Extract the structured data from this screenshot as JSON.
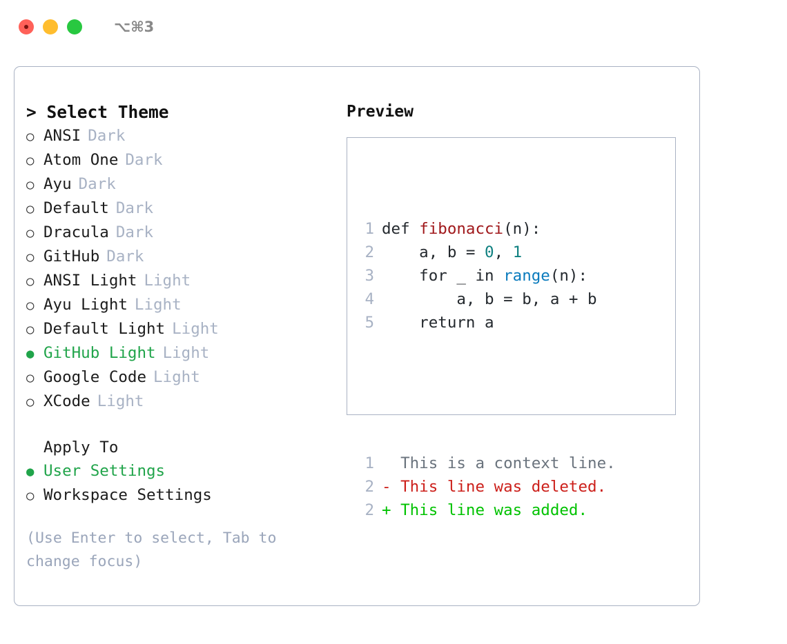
{
  "titlebar": {
    "shortcut": "⌥⌘3",
    "buttons": [
      {
        "name": "close",
        "color": "#ff6159"
      },
      {
        "name": "minimize",
        "color": "#ffbd2e"
      },
      {
        "name": "maximize",
        "color": "#28c840"
      }
    ]
  },
  "theme_picker": {
    "heading": "> Select Theme",
    "bullet_off": "○",
    "bullet_on": "●",
    "items": [
      {
        "name": "ANSI",
        "variant": "Dark",
        "selected": false
      },
      {
        "name": "Atom One",
        "variant": "Dark",
        "selected": false
      },
      {
        "name": "Ayu",
        "variant": "Dark",
        "selected": false
      },
      {
        "name": "Default",
        "variant": "Dark",
        "selected": false
      },
      {
        "name": "Dracula",
        "variant": "Dark",
        "selected": false
      },
      {
        "name": "GitHub",
        "variant": "Dark",
        "selected": false
      },
      {
        "name": "ANSI Light",
        "variant": "Light",
        "selected": false
      },
      {
        "name": "Ayu Light",
        "variant": "Light",
        "selected": false
      },
      {
        "name": "Default Light",
        "variant": "Light",
        "selected": false
      },
      {
        "name": "GitHub Light",
        "variant": "Light",
        "selected": true
      },
      {
        "name": "Google Code",
        "variant": "Light",
        "selected": false
      },
      {
        "name": "XCode",
        "variant": "Light",
        "selected": false
      }
    ]
  },
  "apply_to": {
    "heading": "Apply To",
    "options": [
      {
        "label": "User Settings",
        "selected": true
      },
      {
        "label": "Workspace Settings",
        "selected": false
      }
    ]
  },
  "hint": "(Use Enter to select, Tab to change focus)",
  "preview": {
    "title": "Preview",
    "code_lines": [
      {
        "num": "1",
        "tokens": [
          {
            "t": "def ",
            "c": "plain"
          },
          {
            "t": "fibonacci",
            "c": "fn"
          },
          {
            "t": "(n):",
            "c": "plain"
          }
        ]
      },
      {
        "num": "2",
        "tokens": [
          {
            "t": "    a, b = ",
            "c": "plain"
          },
          {
            "t": "0",
            "c": "num"
          },
          {
            "t": ", ",
            "c": "plain"
          },
          {
            "t": "1",
            "c": "num"
          }
        ]
      },
      {
        "num": "3",
        "tokens": [
          {
            "t": "    for _ in ",
            "c": "plain"
          },
          {
            "t": "range",
            "c": "call"
          },
          {
            "t": "(n):",
            "c": "plain"
          }
        ]
      },
      {
        "num": "4",
        "tokens": [
          {
            "t": "        a, b = b, a + b",
            "c": "plain"
          }
        ]
      },
      {
        "num": "5",
        "tokens": [
          {
            "t": "    return a",
            "c": "plain"
          }
        ]
      }
    ],
    "diff_lines": [
      {
        "num": "1",
        "marker": "  ",
        "text": "This is a context line.",
        "kind": "ctx"
      },
      {
        "num": "2",
        "marker": "- ",
        "text": "This line was deleted.",
        "kind": "del"
      },
      {
        "num": "2",
        "marker": "+ ",
        "text": "This line was added.",
        "kind": "add"
      }
    ]
  },
  "colors": {
    "panel_border": "#a9b2c3",
    "accent_green": "#20a44a",
    "diff_add": "#00c200",
    "diff_del": "#cc1f1a",
    "muted": "#a8b2c4",
    "fn_red": "#a0181b",
    "num_teal": "#0f8080",
    "call_blue": "#0a7bbd"
  }
}
